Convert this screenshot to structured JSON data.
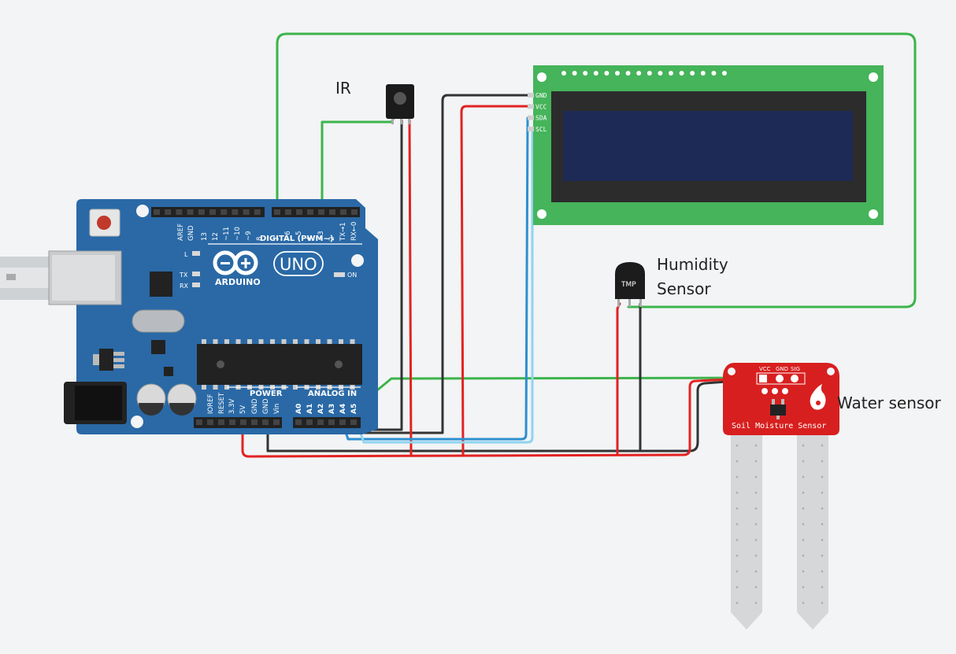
{
  "labels": {
    "ir": "IR",
    "humidity_line1": "Humidity",
    "humidity_line2": "Sensor",
    "water": "Water sensor"
  },
  "arduino": {
    "brand": "ARDUINO",
    "model": "UNO",
    "digital_header": "DIGITAL (PWM~)",
    "power_header": "POWER",
    "analog_header": "ANALOG IN",
    "on_label": "ON",
    "l_label": "L",
    "tx_label": "TX",
    "rx_label": "RX",
    "top_pins": [
      "AREF",
      "GND",
      "13",
      "12",
      "~11",
      "~10",
      "~9",
      "8",
      "7",
      "~6",
      "~5",
      "4",
      "~3",
      "2",
      "TX→1",
      "RX←0"
    ],
    "power_pins": [
      "IOREF",
      "RESET",
      "3.3V",
      "5V",
      "GND",
      "GND",
      "Vin"
    ],
    "analog_pins": [
      "A0",
      "A1",
      "A2",
      "A3",
      "A4",
      "A5"
    ],
    "colors": {
      "board": "#2a69a6",
      "board_dark": "#1f5690"
    }
  },
  "lcd": {
    "pins": [
      "GND",
      "VCC",
      "SDA",
      "SCL"
    ],
    "colors": {
      "pcb": "#45b45a",
      "screen": "#1c2a55",
      "bezel": "#2c2c2c"
    }
  },
  "tmp_sensor": {
    "text": "TMP"
  },
  "soil_sensor": {
    "title": "Soil Moisture Sensor",
    "pins": [
      "VCC",
      "GND",
      "SIG"
    ],
    "colors": {
      "board": "#d81f1f"
    }
  },
  "wire_colors": {
    "green": "#3cb44b",
    "red": "#e32222",
    "black": "#333333",
    "blue": "#2d8fd0",
    "lightblue": "#8fd3f0"
  }
}
